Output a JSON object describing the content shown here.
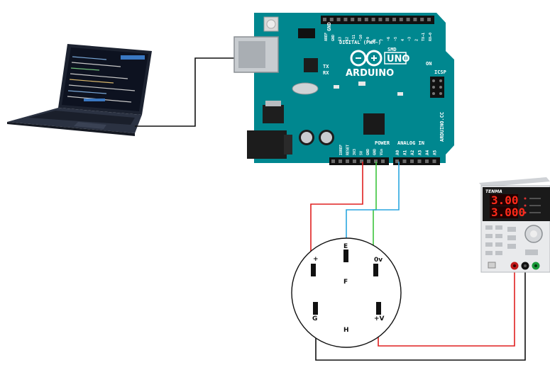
{
  "arduino": {
    "brand": "ARDUINO",
    "model": "UNO",
    "smd": "SMD",
    "digital_label": "DIGITAL (PWM~)",
    "power_label": "POWER",
    "analog_label": "ANALOG IN",
    "on_label": "ON",
    "icsp_label": "ICSP",
    "site": "ARDUINO.CC",
    "tx": "TX",
    "rx": "RX",
    "gnd_pin": "GND",
    "power_pins": [
      "IOREF",
      "RESET",
      "3V3",
      "5V",
      "GND",
      "GND",
      "Vin"
    ],
    "analog_pins": [
      "A0",
      "A1",
      "A2",
      "A3",
      "A4",
      "A5"
    ],
    "digital_pins": [
      "AREF",
      "GND",
      "13",
      "12",
      "~11",
      "~10",
      "~9",
      "8",
      "7",
      "~6",
      "~5",
      "4",
      "~3",
      "2",
      "TX→1",
      "RX←0"
    ]
  },
  "connector": {
    "pins": {
      "plus": "+",
      "e": "E",
      "zero_v": "0v",
      "f": "F",
      "g": "G",
      "plus_v": "+V",
      "h": "H"
    }
  },
  "psu": {
    "brand": "TENMA",
    "voltage_display": "3.00",
    "current_display": "3.000"
  },
  "colors": {
    "wire_red": "#e02020",
    "wire_green": "#3cc43c",
    "wire_blue": "#2aa6e0",
    "wire_black": "#111111",
    "board": "#00878f",
    "psu_display": "#ff2a1a"
  }
}
